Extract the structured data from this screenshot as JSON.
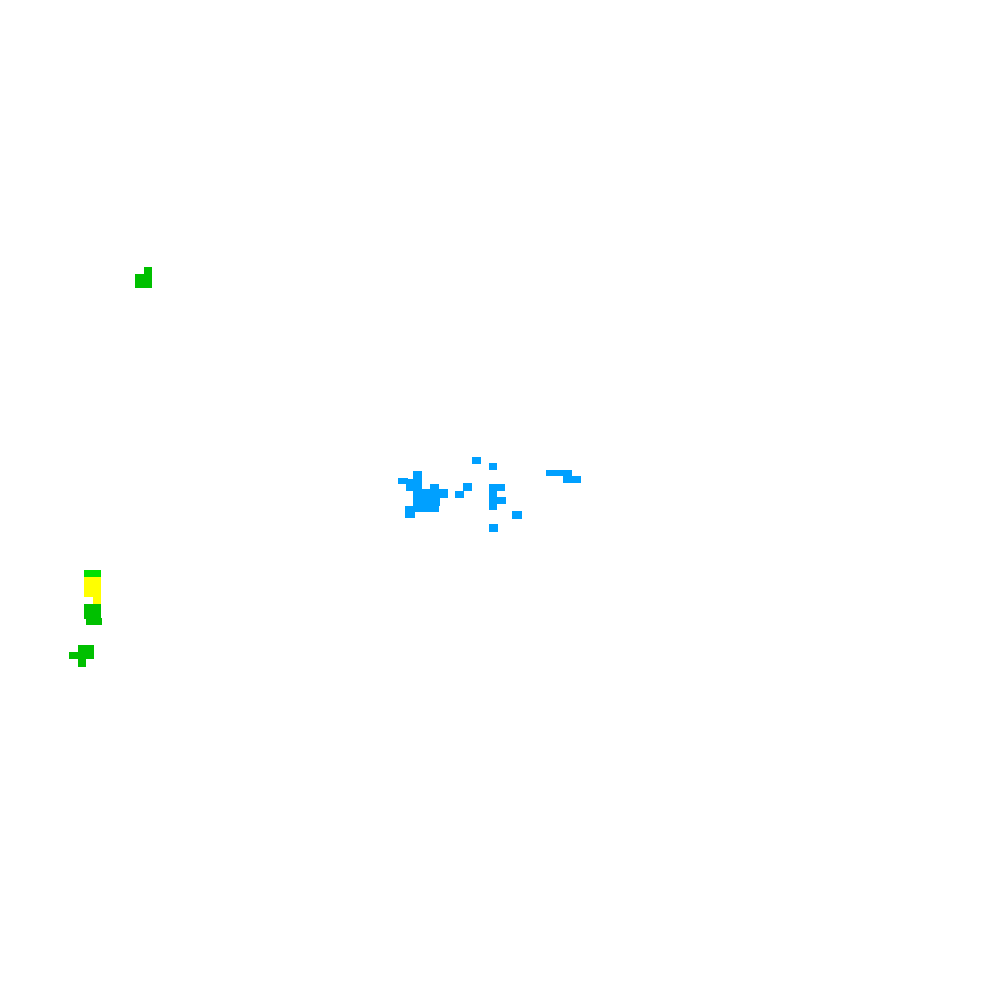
{
  "scene": {
    "background": "#ffffff",
    "palette": {
      "blue": "#00a0ff",
      "green": "#00c000",
      "bright_green": "#00e000",
      "yellow": "#ffff00"
    },
    "clusters": [
      {
        "name": "green-pixel-cluster-top",
        "colors": [
          "green"
        ]
      },
      {
        "name": "blue-pixel-cluster-center",
        "colors": [
          "blue"
        ]
      },
      {
        "name": "yellow-green-pixel-cluster-left",
        "colors": [
          "bright_green",
          "yellow",
          "green"
        ]
      },
      {
        "name": "green-pixel-cluster-bottom-left",
        "colors": [
          "green"
        ]
      }
    ]
  }
}
